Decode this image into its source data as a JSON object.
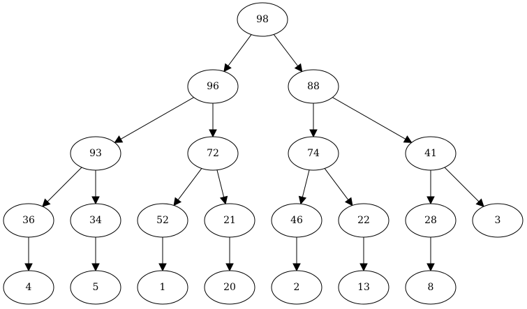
{
  "diagram": {
    "type": "directed-tree",
    "nodes": [
      {
        "id": "n98",
        "label": "98"
      },
      {
        "id": "n96",
        "label": "96"
      },
      {
        "id": "n88",
        "label": "88"
      },
      {
        "id": "n93",
        "label": "93"
      },
      {
        "id": "n72",
        "label": "72"
      },
      {
        "id": "n74",
        "label": "74"
      },
      {
        "id": "n41",
        "label": "41"
      },
      {
        "id": "n36",
        "label": "36"
      },
      {
        "id": "n34",
        "label": "34"
      },
      {
        "id": "n52",
        "label": "52"
      },
      {
        "id": "n21",
        "label": "21"
      },
      {
        "id": "n46",
        "label": "46"
      },
      {
        "id": "n22",
        "label": "22"
      },
      {
        "id": "n28",
        "label": "28"
      },
      {
        "id": "n3",
        "label": "3"
      },
      {
        "id": "n4",
        "label": "4"
      },
      {
        "id": "n5",
        "label": "5"
      },
      {
        "id": "n1",
        "label": "1"
      },
      {
        "id": "n20",
        "label": "20"
      },
      {
        "id": "n2",
        "label": "2"
      },
      {
        "id": "n13",
        "label": "13"
      },
      {
        "id": "n8",
        "label": "8"
      }
    ],
    "edges": [
      {
        "from": "n98",
        "to": "n96"
      },
      {
        "from": "n98",
        "to": "n88"
      },
      {
        "from": "n96",
        "to": "n93"
      },
      {
        "from": "n96",
        "to": "n72"
      },
      {
        "from": "n88",
        "to": "n74"
      },
      {
        "from": "n88",
        "to": "n41"
      },
      {
        "from": "n93",
        "to": "n36"
      },
      {
        "from": "n93",
        "to": "n34"
      },
      {
        "from": "n72",
        "to": "n52"
      },
      {
        "from": "n72",
        "to": "n21"
      },
      {
        "from": "n74",
        "to": "n46"
      },
      {
        "from": "n74",
        "to": "n22"
      },
      {
        "from": "n41",
        "to": "n28"
      },
      {
        "from": "n41",
        "to": "n3"
      },
      {
        "from": "n36",
        "to": "n4"
      },
      {
        "from": "n34",
        "to": "n5"
      },
      {
        "from": "n52",
        "to": "n1"
      },
      {
        "from": "n21",
        "to": "n20"
      },
      {
        "from": "n46",
        "to": "n2"
      },
      {
        "from": "n22",
        "to": "n13"
      },
      {
        "from": "n28",
        "to": "n8"
      }
    ]
  },
  "colors": {
    "background": "#ffffff",
    "stroke": "#000000",
    "text": "#000000"
  }
}
